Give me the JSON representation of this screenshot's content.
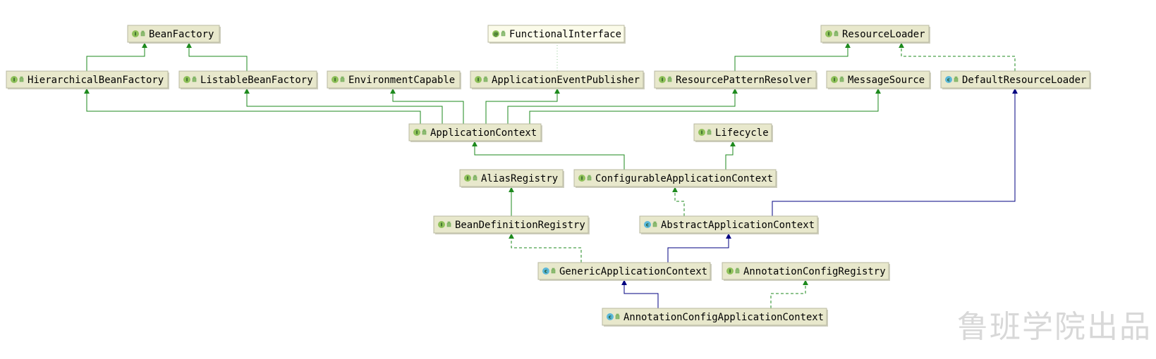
{
  "colors": {
    "interface_fill": "#e8e8cc",
    "annotation_fill": "#fbfbe9",
    "extends_line": "#1e8a1e",
    "class_line": "#000080",
    "interface_badge": "#8fc15a",
    "class_badge": "#5bb8d9",
    "annotation_badge": "#8fc15a"
  },
  "nodes": [
    {
      "id": "beanfactory",
      "label": "BeanFactory",
      "kind": "interface"
    },
    {
      "id": "functionalinterface",
      "label": "FunctionalInterface",
      "kind": "annotation"
    },
    {
      "id": "resourceloader",
      "label": "ResourceLoader",
      "kind": "interface"
    },
    {
      "id": "hierarchicalbeanfactory",
      "label": "HierarchicalBeanFactory",
      "kind": "interface"
    },
    {
      "id": "listablebeanfactory",
      "label": "ListableBeanFactory",
      "kind": "interface"
    },
    {
      "id": "environmentcapable",
      "label": "EnvironmentCapable",
      "kind": "interface"
    },
    {
      "id": "applicationeventpublisher",
      "label": "ApplicationEventPublisher",
      "kind": "interface"
    },
    {
      "id": "resourcepatternresolver",
      "label": "ResourcePatternResolver",
      "kind": "interface"
    },
    {
      "id": "messagesource",
      "label": "MessageSource",
      "kind": "interface"
    },
    {
      "id": "defaultresourceloader",
      "label": "DefaultResourceLoader",
      "kind": "class"
    },
    {
      "id": "applicationcontext",
      "label": "ApplicationContext",
      "kind": "interface"
    },
    {
      "id": "lifecycle",
      "label": "Lifecycle",
      "kind": "interface"
    },
    {
      "id": "aliasregistry",
      "label": "AliasRegistry",
      "kind": "interface"
    },
    {
      "id": "configurableapplicationcontext",
      "label": "ConfigurableApplicationContext",
      "kind": "interface"
    },
    {
      "id": "beandefinitionregistry",
      "label": "BeanDefinitionRegistry",
      "kind": "interface"
    },
    {
      "id": "abstractapplicationcontext",
      "label": "AbstractApplicationContext",
      "kind": "class"
    },
    {
      "id": "genericapplicationcontext",
      "label": "GenericApplicationContext",
      "kind": "class"
    },
    {
      "id": "annotationconfigregistry",
      "label": "AnnotationConfigRegistry",
      "kind": "interface"
    },
    {
      "id": "annotationconfigapplicationcontext",
      "label": "AnnotationConfigApplicationContext",
      "kind": "class"
    }
  ],
  "edges": [
    {
      "from": "hierarchicalbeanfactory",
      "to": "beanfactory",
      "type": "extends"
    },
    {
      "from": "listablebeanfactory",
      "to": "beanfactory",
      "type": "extends"
    },
    {
      "from": "resourcepatternresolver",
      "to": "resourceloader",
      "type": "extends"
    },
    {
      "from": "defaultresourceloader",
      "to": "resourceloader",
      "type": "implements"
    },
    {
      "from": "applicationeventpublisher",
      "to": "functionalinterface",
      "type": "annotated"
    },
    {
      "from": "applicationcontext",
      "to": "hierarchicalbeanfactory",
      "type": "extends"
    },
    {
      "from": "applicationcontext",
      "to": "listablebeanfactory",
      "type": "extends"
    },
    {
      "from": "applicationcontext",
      "to": "environmentcapable",
      "type": "extends"
    },
    {
      "from": "applicationcontext",
      "to": "applicationeventpublisher",
      "type": "extends"
    },
    {
      "from": "applicationcontext",
      "to": "resourcepatternresolver",
      "type": "extends"
    },
    {
      "from": "applicationcontext",
      "to": "messagesource",
      "type": "extends"
    },
    {
      "from": "configurableapplicationcontext",
      "to": "applicationcontext",
      "type": "extends"
    },
    {
      "from": "configurableapplicationcontext",
      "to": "lifecycle",
      "type": "extends"
    },
    {
      "from": "beandefinitionregistry",
      "to": "aliasregistry",
      "type": "extends"
    },
    {
      "from": "abstractapplicationcontext",
      "to": "configurableapplicationcontext",
      "type": "implements"
    },
    {
      "from": "abstractapplicationcontext",
      "to": "defaultresourceloader",
      "type": "class-extends"
    },
    {
      "from": "genericapplicationcontext",
      "to": "beandefinitionregistry",
      "type": "implements"
    },
    {
      "from": "genericapplicationcontext",
      "to": "abstractapplicationcontext",
      "type": "class-extends"
    },
    {
      "from": "annotationconfigapplicationcontext",
      "to": "genericapplicationcontext",
      "type": "class-extends"
    },
    {
      "from": "annotationconfigapplicationcontext",
      "to": "annotationconfigregistry",
      "type": "implements"
    }
  ],
  "watermark": "鲁班学院出品"
}
